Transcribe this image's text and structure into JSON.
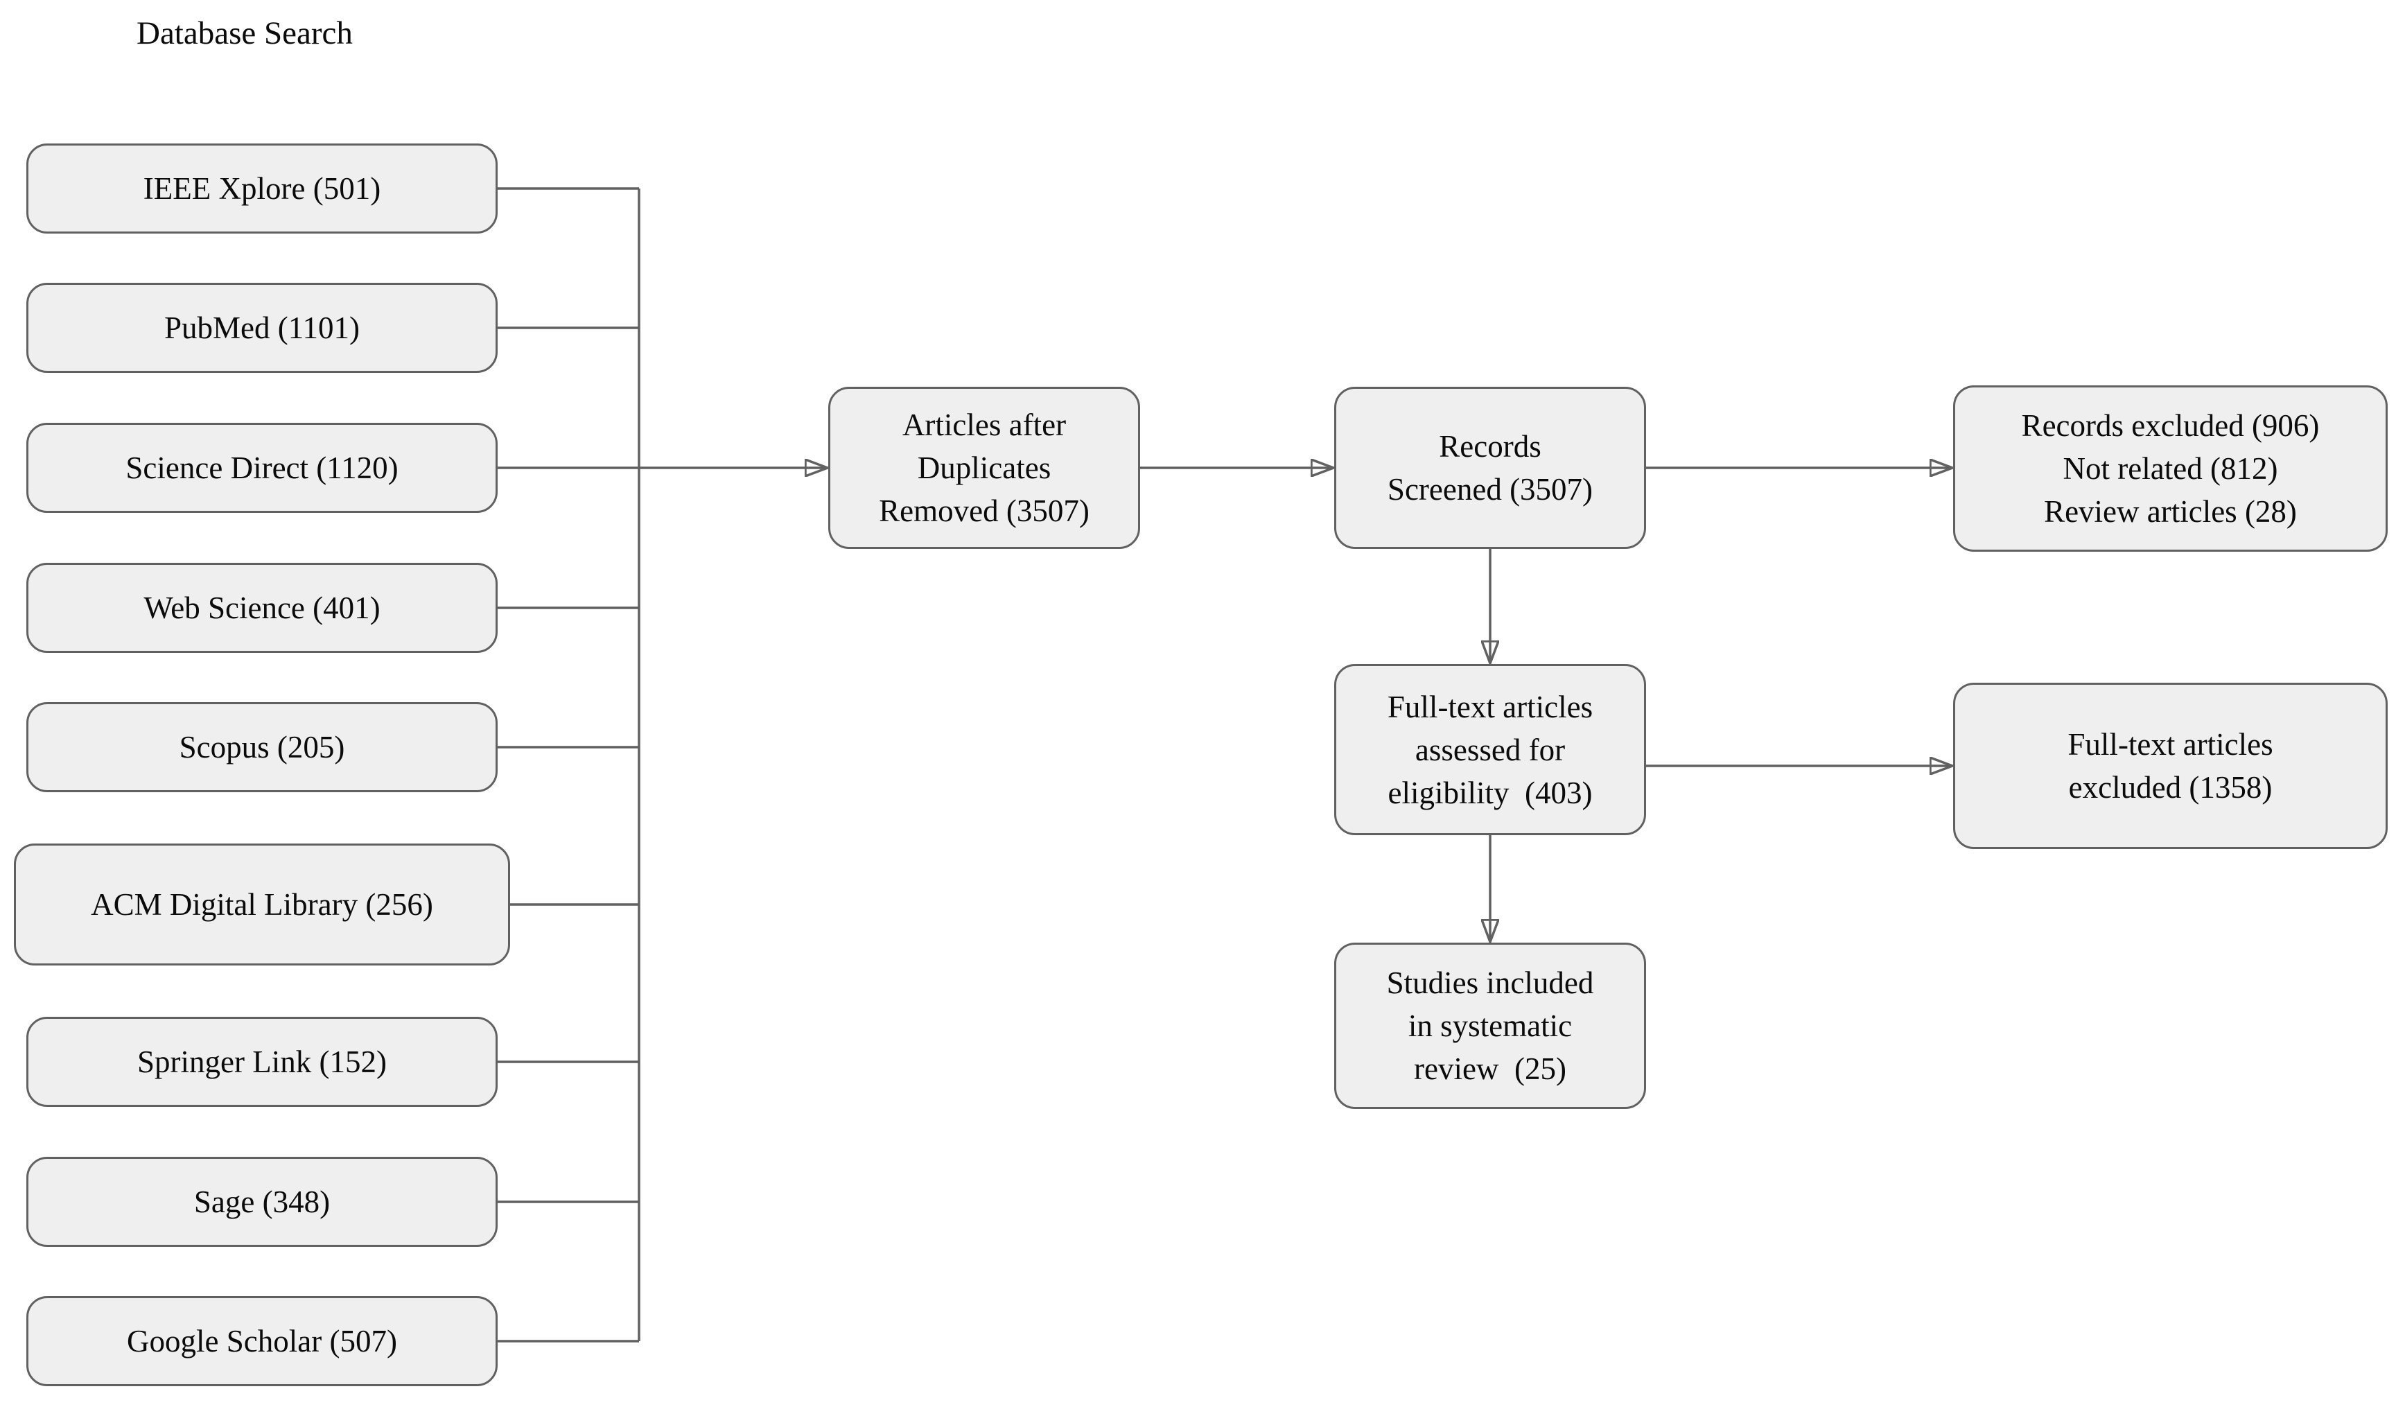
{
  "title": "Database Search",
  "colors": {
    "bg": "#ffffff",
    "box_fill": "#efefef",
    "box_border": "#616161",
    "line": "#616161",
    "text": "#0b0b0b"
  },
  "sources": [
    "IEEE Xplore (501)",
    "PubMed (1101)",
    "Science Direct (1120)",
    "Web Science (401)",
    "Scopus (205)",
    "ACM Digital Library (256)",
    "Springer Link (152)",
    "Sage (348)",
    "Google Scholar (507)"
  ],
  "flow": {
    "duplicates_removed": {
      "lines": [
        "Articles after",
        "Duplicates",
        "Removed (3507)"
      ]
    },
    "records_screened": {
      "lines": [
        "Records",
        "Screened (3507)"
      ]
    },
    "records_excluded": {
      "lines": [
        "Records excluded (906)",
        "Not related (812)",
        "Review articles (28)"
      ]
    },
    "fulltext_assessed": {
      "lines": [
        "Full-text articles",
        "assessed for",
        "eligibility  (403)"
      ]
    },
    "fulltext_excluded": {
      "lines": [
        "Full-text articles",
        "excluded (1358)"
      ]
    },
    "studies_included": {
      "lines": [
        "Studies included",
        "in systematic",
        "review  (25)"
      ]
    }
  }
}
